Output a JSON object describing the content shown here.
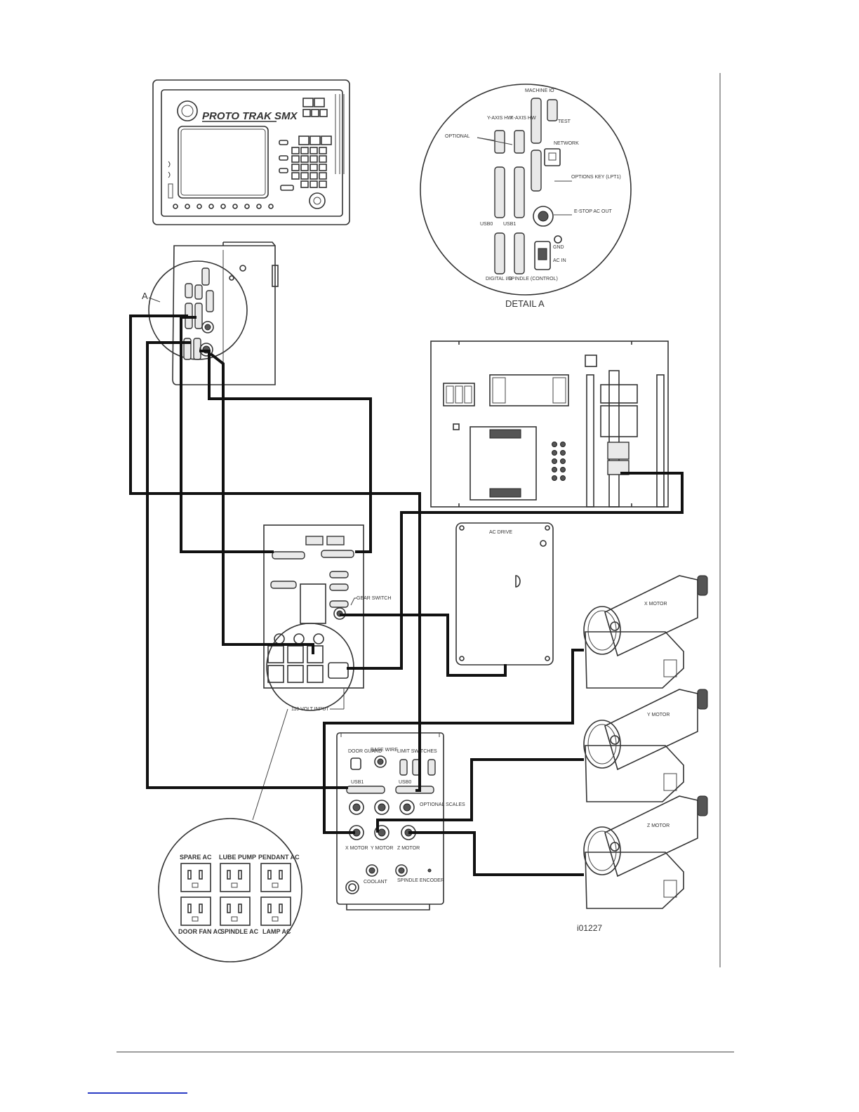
{
  "console": {
    "brand": "PROTO TRAK SMX"
  },
  "detail_a": {
    "title": "DETAIL A",
    "labels": {
      "machine_io": "MACHINE IO",
      "test": "TEST",
      "y_axis_hw": "Y-AXIS HW",
      "x_axis_hw": "X-AXIS HW",
      "optional": "OPTIONAL",
      "network": "NETWORK",
      "options_key": "OPTIONS KEY (LPT1)",
      "usb0": "USB0",
      "usb1": "USB1",
      "estop_ac_out": "E-STOP AC OUT",
      "gnd": "GND",
      "digital_io": "DIGITAL I/O",
      "spindle_control": "SPINDLE (CONTROL)",
      "ac_in": "AC IN"
    }
  },
  "callout_a": "A",
  "relay_panel": {
    "gear_switch": "GEAR SWITCH",
    "input_110": "110 VOLT INPUT"
  },
  "ac_drive": {
    "label": "AC DRIVE"
  },
  "motors": {
    "x": "X MOTOR",
    "y": "Y MOTOR",
    "z": "Z MOTOR"
  },
  "junction_box": {
    "door_guard": "DOOR GUARD",
    "base_wire": "BASE WIRE",
    "limit_switches": "LIMIT SWITCHES",
    "usb_left": "USB1",
    "usb_right": "USB0",
    "optional_scales": "OPTIONAL SCALES",
    "x_motor": "X MOTOR",
    "y_motor": "Y MOTOR",
    "z_motor": "Z MOTOR",
    "coolant": "COOLANT",
    "spindle_encoder": "SPINDLE ENCODER"
  },
  "outlets": {
    "spare_ac": "SPARE AC",
    "lube_pump": "LUBE PUMP",
    "pendant_ac": "PENDANT AC",
    "door_fan_ac": "DOOR FAN AC",
    "spindle_ac": "SPINDLE AC",
    "lamp_ac": "LAMP AC"
  },
  "figure_id": "i01227"
}
